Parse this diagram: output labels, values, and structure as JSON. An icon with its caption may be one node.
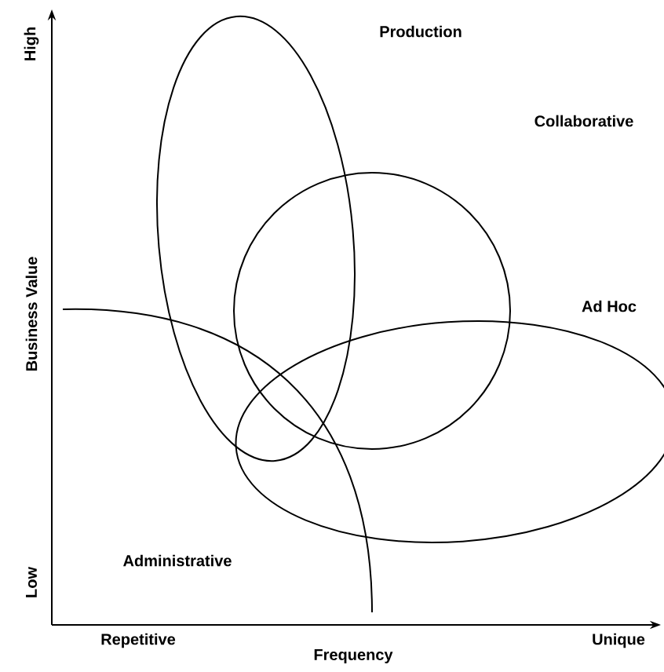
{
  "diagram": {
    "nodes": [
      {
        "text": [
          "Production"
        ]
      },
      {
        "text": [
          "Collaborative"
        ]
      },
      {
        "text": [
          "Ad Hoc"
        ]
      },
      {
        "text": [
          "Administrative"
        ]
      }
    ],
    "labels": [
      "High",
      "Business Value",
      "Low",
      "Repetitive",
      "Frequency",
      "Unique"
    ]
  }
}
